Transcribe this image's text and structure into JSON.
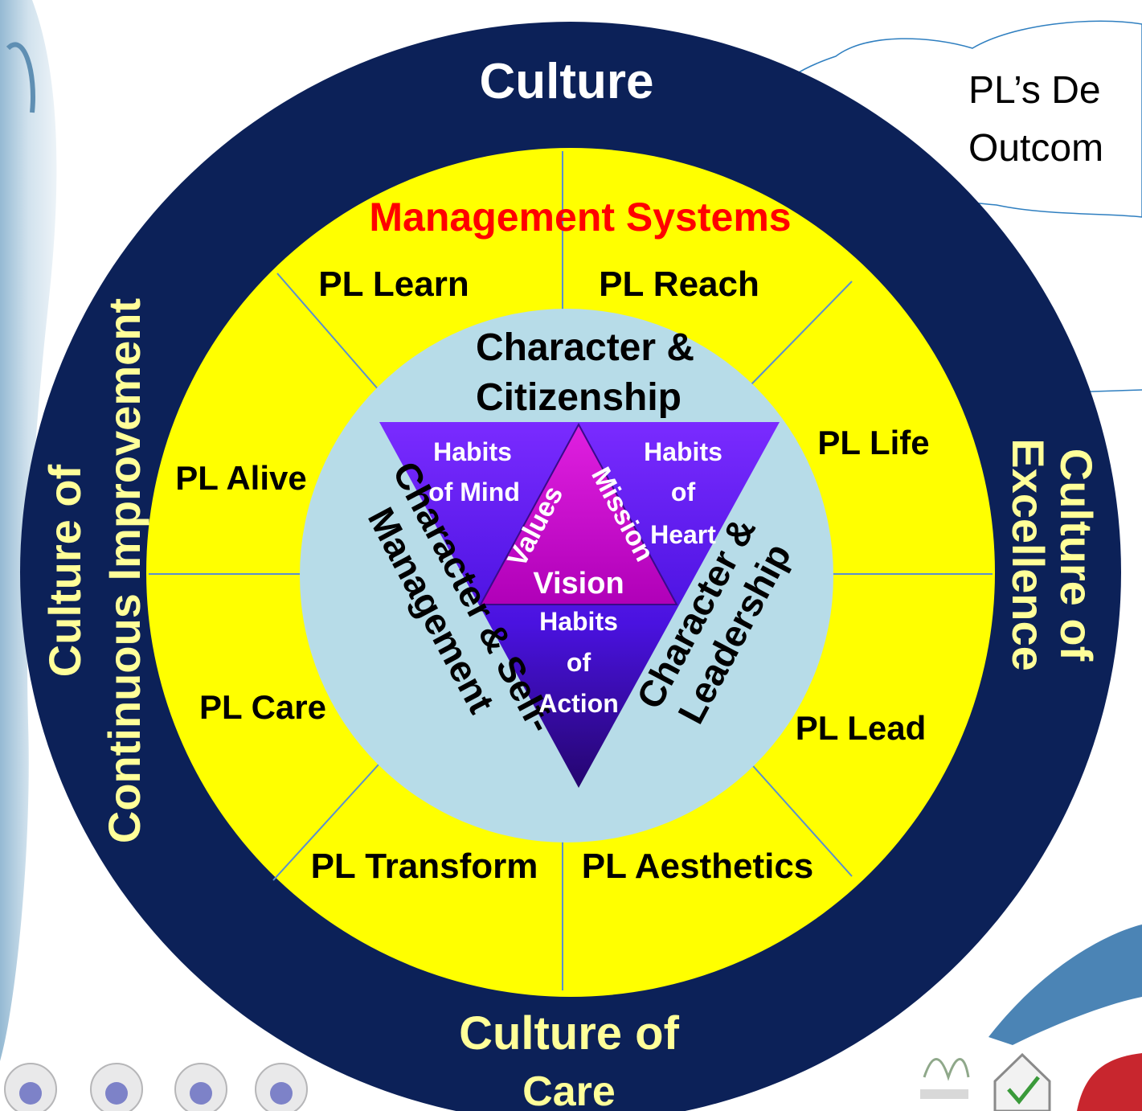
{
  "callout": {
    "line1": "PL’s De",
    "line2": "Outcom"
  },
  "outer_ring": {
    "top_label": "Culture",
    "left_line1": "Culture of",
    "left_line2": "Continuous Improvement",
    "right_line1": "Culture of",
    "right_line2": "Excellence",
    "bottom_line1": "Culture of",
    "bottom_line2": "Care"
  },
  "management_ring": {
    "title": "Management Systems",
    "segments": [
      "PL Learn",
      "PL Reach",
      "PL Life",
      "PL Lead",
      "PL Aesthetics",
      "PL Transform",
      "PL Care",
      "PL Alive"
    ]
  },
  "inner_circle": {
    "top_line1": "Character &",
    "top_line2": "Citizenship",
    "left_line1": "Character & Self-",
    "left_line2": "Management",
    "right_line1": "Character &",
    "right_line2": "Leadership"
  },
  "triangle": {
    "mind_line1": "Habits",
    "mind_line2": "of Mind",
    "heart_line1": "Habits",
    "heart_line2": "of",
    "heart_line3": "Heart",
    "action_line1": "Habits",
    "action_line2": "of",
    "action_line3": "Action",
    "core_left": "Values",
    "core_right": "Mission",
    "core_bottom": "Vision"
  },
  "colors": {
    "outer_ring": "#0c2158",
    "management_ring": "#ffff00",
    "inner_circle": "#b7dce8",
    "triangle_purple": "#4b10d8",
    "core_magenta": "#cc00cc",
    "culture_text": "#ffff99",
    "title_red": "#ff0000"
  }
}
